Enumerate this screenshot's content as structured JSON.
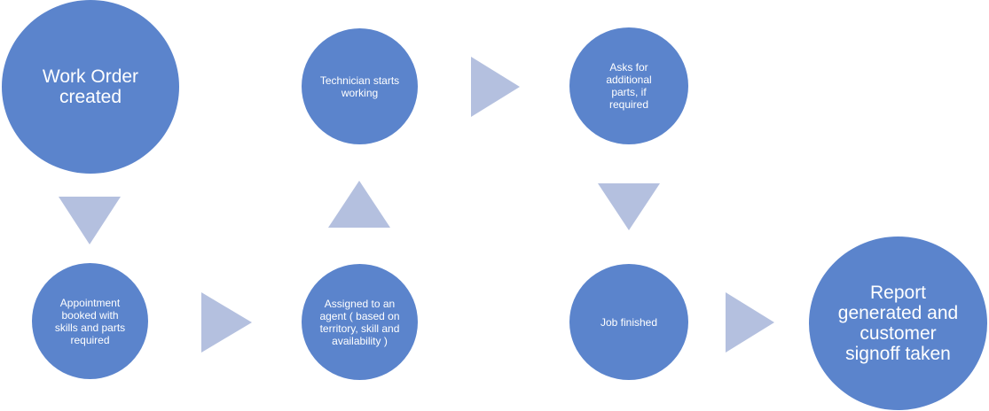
{
  "colors": {
    "node_fill": "#5b84cc",
    "arrow_fill": "#b4c0df",
    "text": "#ffffff"
  },
  "nodes": [
    {
      "id": "work-order-created",
      "label": "Work Order created"
    },
    {
      "id": "appointment-booked",
      "label": "Appointment booked with skills and parts required"
    },
    {
      "id": "assigned-to-agent",
      "label": "Assigned to an agent ( based on territory, skill and availability )"
    },
    {
      "id": "technician-starts",
      "label": "Technician starts working"
    },
    {
      "id": "asks-for-parts",
      "label": "Asks for additional parts, if required"
    },
    {
      "id": "job-finished",
      "label": "Job finished"
    },
    {
      "id": "report-generated",
      "label": "Report generated and customer signoff taken"
    }
  ],
  "arrows": [
    {
      "from": "work-order-created",
      "to": "appointment-booked",
      "direction": "down"
    },
    {
      "from": "appointment-booked",
      "to": "assigned-to-agent",
      "direction": "right"
    },
    {
      "from": "assigned-to-agent",
      "to": "technician-starts",
      "direction": "up"
    },
    {
      "from": "technician-starts",
      "to": "asks-for-parts",
      "direction": "right"
    },
    {
      "from": "asks-for-parts",
      "to": "job-finished",
      "direction": "down"
    },
    {
      "from": "job-finished",
      "to": "report-generated",
      "direction": "right"
    }
  ]
}
